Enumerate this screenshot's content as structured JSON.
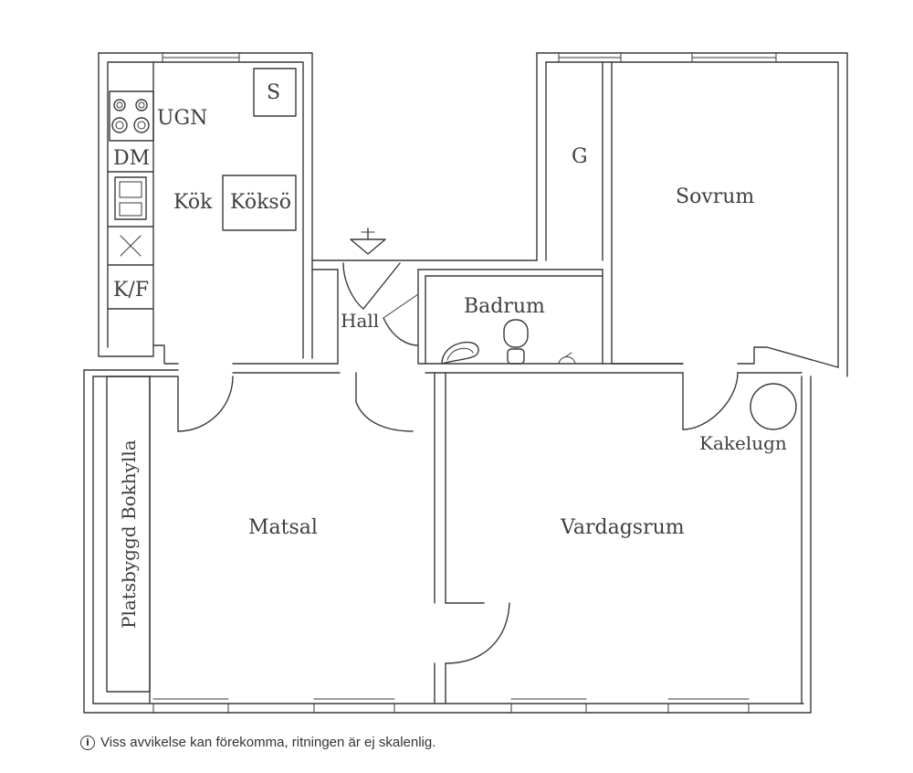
{
  "rooms": {
    "kok": "Kök",
    "koksoe": "Köksö",
    "ugn": "UGN",
    "dm": "DM",
    "kf": "K/F",
    "s": "S",
    "g": "G",
    "sovrum": "Sovrum",
    "hall": "Hall",
    "badrum": "Badrum",
    "kakelugn": "Kakelugn",
    "matsal": "Matsal",
    "vardagsrum": "Vardagsrum",
    "bokhylla": "Platsbyggd Bokhylla"
  },
  "disclaimer": {
    "icon": "info-icon",
    "text": "Viss avvikelse kan förekomma, ritningen är ej skalenlig."
  }
}
